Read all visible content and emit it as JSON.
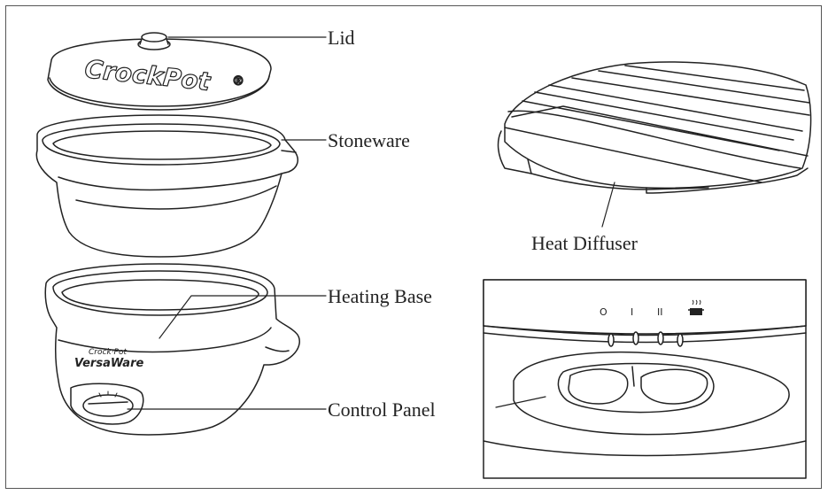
{
  "labels": {
    "lid": "Lid",
    "stoneware": "Stoneware",
    "heat_diffuser": "Heat Diffuser",
    "heating_base": "Heating Base",
    "control_panel": "Control Panel"
  },
  "branding": {
    "lid_logo": "CrockPot",
    "lid_logo_mark": "®",
    "base_logo_line1": "Crock·Pot",
    "base_logo_line2": "VersaWare"
  },
  "control_settings": [
    "O",
    "I",
    "II",
    "warm-pot-icon"
  ]
}
